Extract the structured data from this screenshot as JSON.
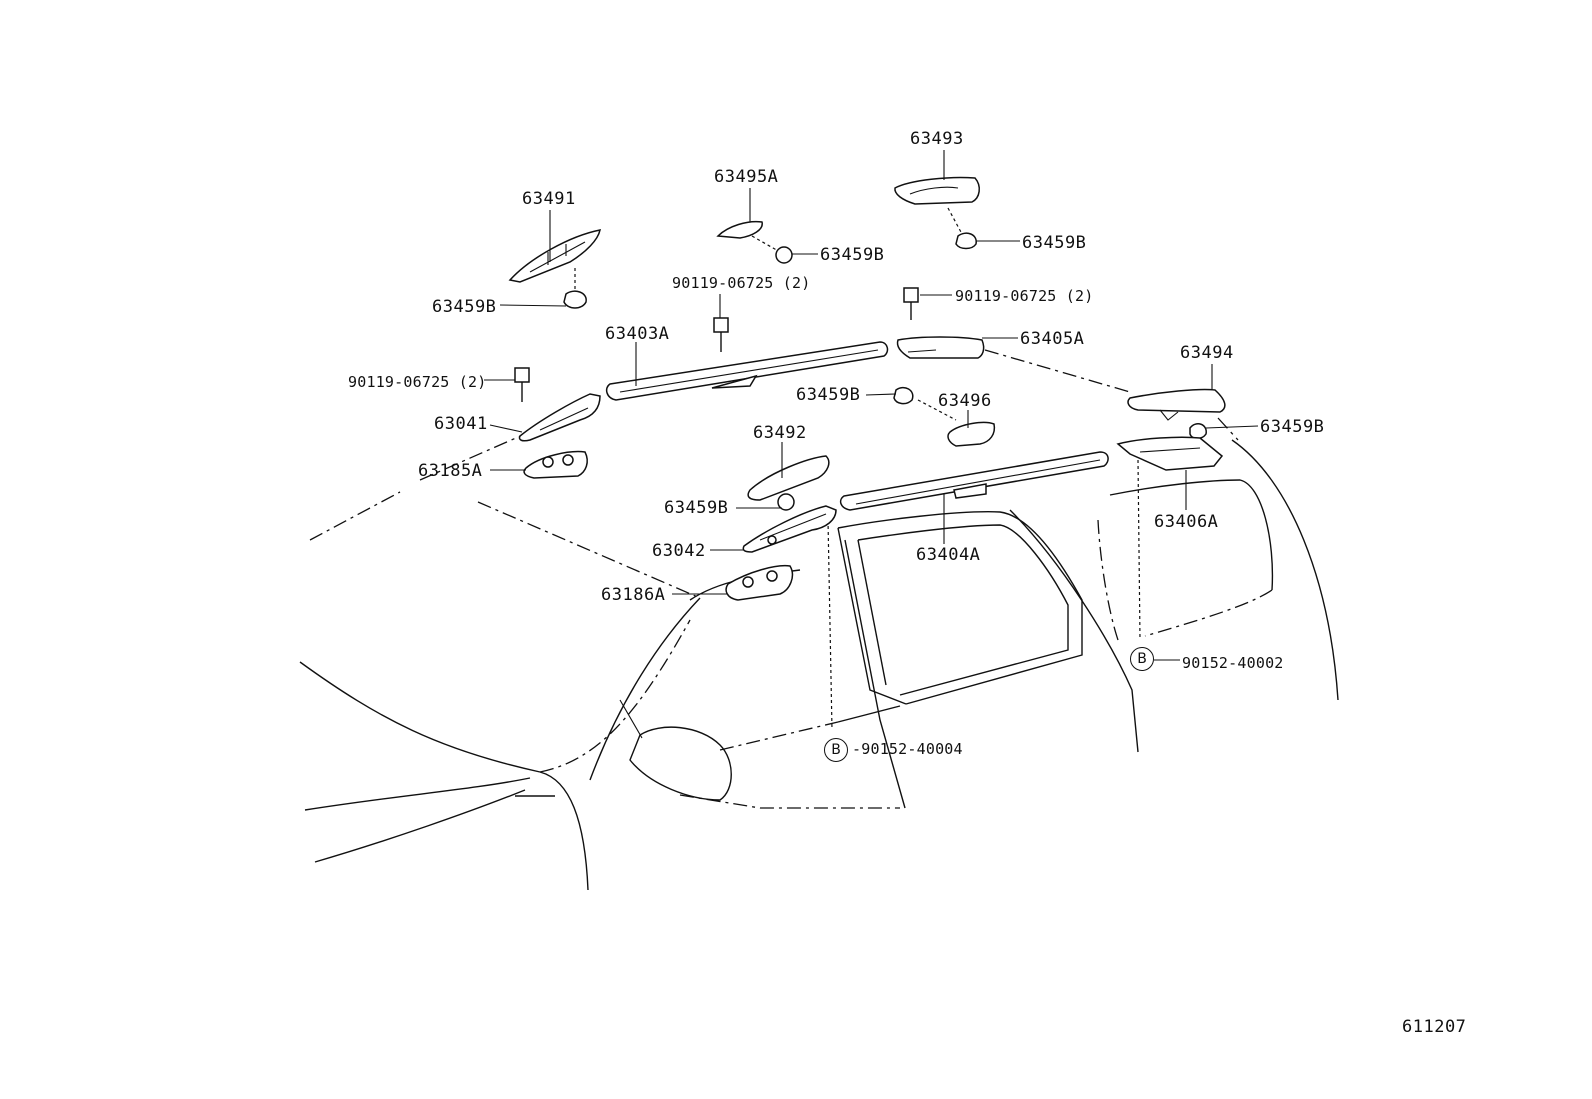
{
  "diagram": {
    "code": "611207",
    "circle_marker": "B",
    "labels": {
      "p63493": "63493",
      "p63495A": "63495A",
      "p63491": "63491",
      "p63459B_a": "63459B",
      "p63459B_b": "63459B",
      "p63459B_c": "63459B",
      "p63459B_d": "63459B",
      "p63459B_e": "63459B",
      "p63459B_f": "63459B",
      "bolt_a": "90119-06725 (2)",
      "bolt_b": "90119-06725 (2)",
      "bolt_c": "90119-06725 (2)",
      "p63403A": "63403A",
      "p63405A": "63405A",
      "p63494": "63494",
      "p63041": "63041",
      "p63496": "63496",
      "p63185A": "63185A",
      "p63492": "63492",
      "p63042": "63042",
      "p63404A": "63404A",
      "p63406A": "63406A",
      "p63186A": "63186A",
      "clip_a": "90152-40002",
      "clip_b": "-90152-40004"
    }
  }
}
